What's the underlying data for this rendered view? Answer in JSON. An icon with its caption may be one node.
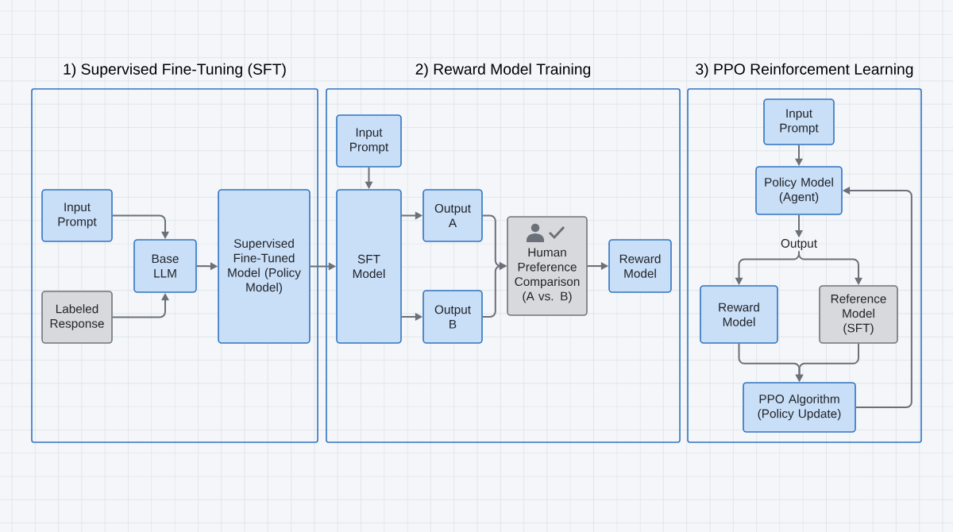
{
  "diagram": {
    "nodes": [
      {
        "text": [
          "1) Supervised Fine-Tuning (SFT)"
        ]
      },
      {
        "text": [
          "Input Prompt"
        ],
        "in": 0
      },
      {
        "text": [
          "Labeled Response"
        ],
        "in": 0
      },
      {
        "text": [
          "Base LLM"
        ],
        "in": 0
      },
      {
        "text": [
          "Supervised Fine-Tuned Model (Policy Model)"
        ],
        "in": 0
      },
      {
        "text": [
          "2) Reward Model Training"
        ]
      },
      {
        "text": [
          "Input Prompt"
        ],
        "in": 5
      },
      {
        "text": [
          "SFT Model"
        ],
        "in": 5
      },
      {
        "text": [
          "Output A"
        ],
        "in": 5
      },
      {
        "text": [
          "Output B"
        ],
        "in": 5
      },
      {
        "text": [
          "Human Preference Comparison (A vs. B)"
        ],
        "in": 5
      },
      {
        "text": [
          "Reward Model"
        ],
        "in": 5
      },
      {
        "text": [
          "3) PPO Reinforcement Learning"
        ]
      },
      {
        "text": [
          "Input Prompt"
        ],
        "in": 12
      },
      {
        "text": [
          "Policy Model (Agent)"
        ],
        "in": 12
      },
      {
        "text": [
          "Output"
        ],
        "in": 12
      },
      {
        "text": [
          "Reward Model"
        ],
        "in": 12
      },
      {
        "text": [
          "Reference Model (SFT)"
        ],
        "in": 12
      },
      {
        "text": [
          "PPO Algorithm (Policy Update)"
        ],
        "in": 12
      }
    ],
    "edges": [
      {
        "from": 1,
        "to": 3,
        "arrow": "to"
      },
      {
        "from": 2,
        "to": 3,
        "arrow": "to"
      },
      {
        "from": 3,
        "to": 4,
        "arrow": "to"
      },
      {
        "from": 4,
        "to": 7,
        "arrow": "to"
      },
      {
        "from": 6,
        "to": 7,
        "arrow": "to"
      },
      {
        "from": 7,
        "to": 8,
        "arrow": "to"
      },
      {
        "from": 7,
        "to": 9,
        "arrow": "to"
      },
      {
        "from": 8,
        "to": 10,
        "arrow": "to"
      },
      {
        "from": 9,
        "to": 10,
        "arrow": "to"
      },
      {
        "from": 10,
        "to": 11,
        "arrow": "to"
      },
      {
        "from": 13,
        "to": 14,
        "arrow": "to"
      },
      {
        "from": 14,
        "to": 15,
        "arrow": "to"
      },
      {
        "from": 15,
        "to": 16,
        "arrow": "to"
      },
      {
        "from": 15,
        "to": 17,
        "arrow": "to"
      },
      {
        "from": 16,
        "to": 18,
        "arrow": "to"
      },
      {
        "from": 17,
        "to": 18,
        "arrow": "to"
      },
      {
        "from": 18,
        "to": 14,
        "arrow": "to"
      }
    ]
  }
}
